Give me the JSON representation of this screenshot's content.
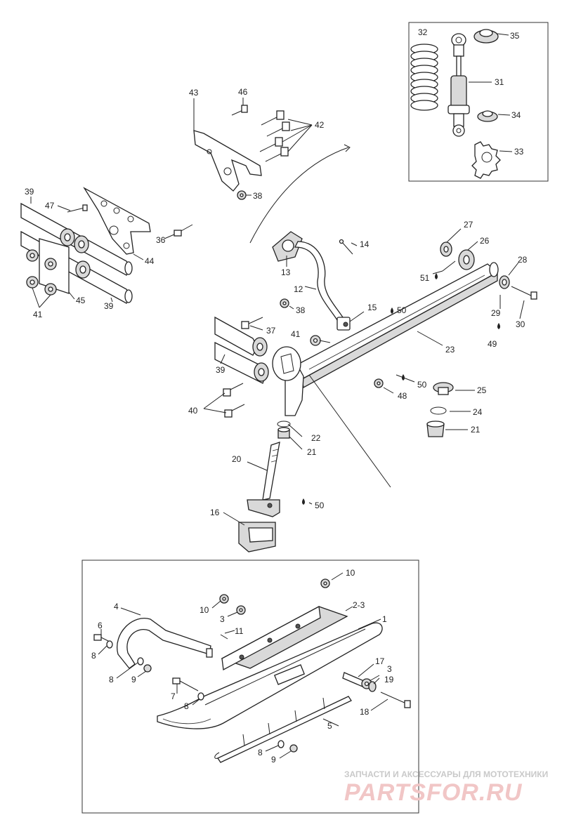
{
  "labels": {
    "l1": "1",
    "l2_3": "2-3",
    "l3a": "3",
    "l3b": "3",
    "l4": "4",
    "l5": "5",
    "l6": "6",
    "l7": "7",
    "l8a": "8",
    "l8b": "8",
    "l8c": "8",
    "l8d": "8",
    "l9a": "9",
    "l9b": "9",
    "l10a": "10",
    "l10b": "10",
    "l11": "11",
    "l12": "12",
    "l13": "13",
    "l14": "14",
    "l15": "15",
    "l16": "16",
    "l17": "17",
    "l18": "18",
    "l19": "19",
    "l20": "20",
    "l21a": "21",
    "l21b": "21",
    "l22": "22",
    "l23": "23",
    "l24": "24",
    "l25": "25",
    "l26": "26",
    "l27": "27",
    "l28": "28",
    "l29": "29",
    "l30": "30",
    "l31": "31",
    "l32": "32",
    "l33": "33",
    "l34": "34",
    "l35": "35",
    "l36": "36",
    "l37": "37",
    "l38a": "38",
    "l38b": "38",
    "l39a": "39",
    "l39b": "39",
    "l39c": "39",
    "l40": "40",
    "l41a": "41",
    "l41b": "41",
    "l42": "42",
    "l43": "43",
    "l44": "44",
    "l45": "45",
    "l46": "46",
    "l47": "47",
    "l48": "48",
    "l49": "49",
    "l50a": "50",
    "l50b": "50",
    "l50c": "50",
    "l51": "51"
  },
  "watermark": {
    "tagline": "ЗАПЧАСТИ И АКСЕССУАРЫ ДЛЯ МОТОТЕХНИКИ",
    "brand": "PARTSFOR.RU"
  }
}
